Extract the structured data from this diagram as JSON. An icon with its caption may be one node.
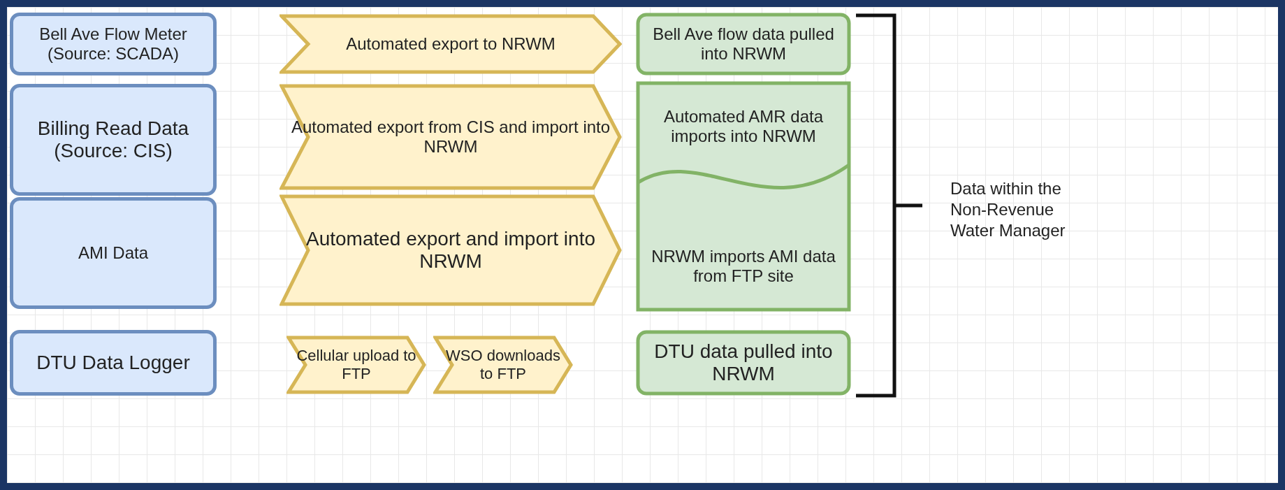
{
  "diagram": {
    "nodes": [
      {
        "text": [
          "Bell Ave Flow Meter (Source: SCADA)"
        ]
      },
      {
        "text": [
          "Automated export to NRWM"
        ]
      },
      {
        "text": [
          "Bell Ave flow data pulled into NRWM"
        ]
      },
      {
        "text": [
          "Billing Read Data (Source: CIS)"
        ]
      },
      {
        "text": [
          "Automated export from CIS and import into NRWM"
        ]
      },
      {
        "text": [
          "Automated AMR data imports into NRWM"
        ]
      },
      {
        "text": [
          "AMI Data"
        ]
      },
      {
        "text": [
          "Automated export and import into NRWM"
        ]
      },
      {
        "text": [
          "NRWM imports AMI data from FTP site"
        ]
      },
      {
        "text": [
          "DTU Data Logger"
        ]
      },
      {
        "text": [
          "Cellular upload to FTP"
        ]
      },
      {
        "text": [
          "WSO downloads to FTP"
        ]
      },
      {
        "text": [
          "DTU data pulled into NRWM"
        ]
      }
    ],
    "labels": [
      "Data within the Non-Revenue Water Manager"
    ]
  }
}
